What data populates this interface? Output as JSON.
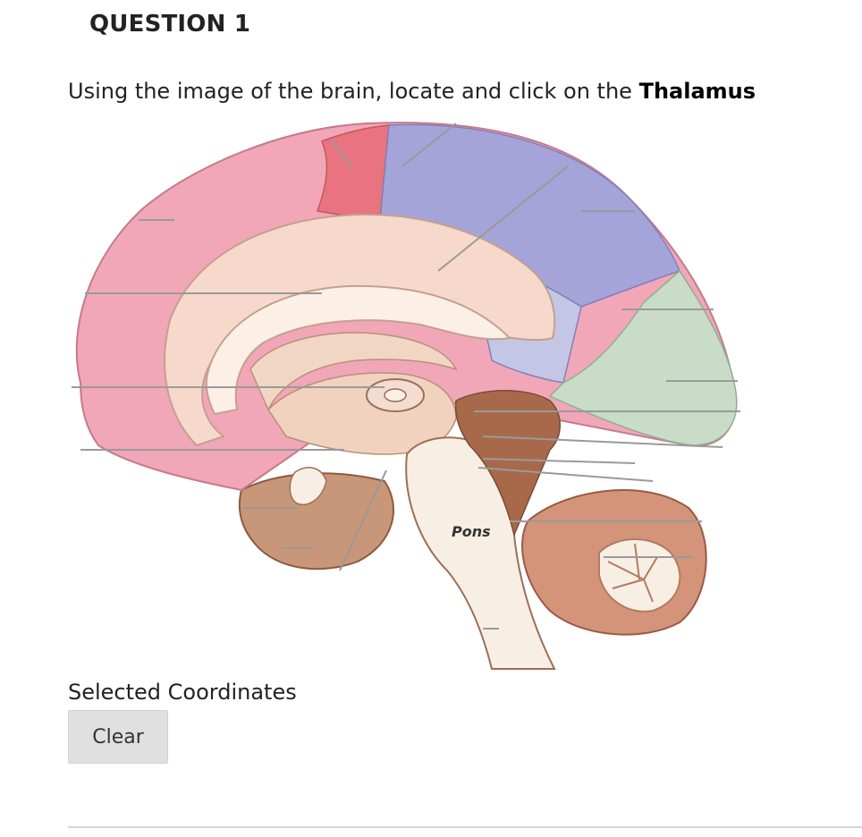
{
  "question": {
    "title": "QUESTION 1",
    "prompt_prefix": "Using the image of the brain, locate and click on the ",
    "prompt_target": "Thalamus"
  },
  "image": {
    "label_pons": "Pons",
    "region_colors": {
      "frontal": "#f1a7b8",
      "motor": "#e9737e",
      "parietal": "#a4a4d8",
      "parietal_light": "#c4c6e6",
      "occipital": "#c8dcc8",
      "cingulate": "#f7d9cc",
      "corpus_callosum": "#fbefe6",
      "brainstem": "#f8efe4",
      "temporal": "#c89678",
      "cerebellum": "#d4947a"
    }
  },
  "answer": {
    "selected_label": "Selected Coordinates",
    "clear_label": "Clear"
  }
}
